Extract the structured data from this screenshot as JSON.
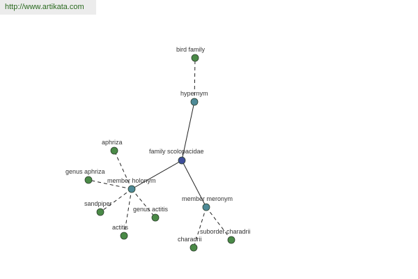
{
  "header": {
    "url": "http://www.artikata.com"
  },
  "graph": {
    "colors": {
      "center": "#3f4e9a",
      "relation": "#4e8a97",
      "leaf": "#4a8a47",
      "node_stroke": "#2c3f2c",
      "edge": "#222222",
      "label": "#333333"
    },
    "nodes": [
      {
        "id": "center",
        "label": "family scolopacidae",
        "kind": "center"
      },
      {
        "id": "hypernym",
        "label": "hypernym",
        "kind": "relation"
      },
      {
        "id": "bird_family",
        "label": "bird family",
        "kind": "leaf"
      },
      {
        "id": "member_holonym",
        "label": "member holonym",
        "kind": "relation"
      },
      {
        "id": "aphriza",
        "label": "aphriza",
        "kind": "leaf"
      },
      {
        "id": "genus_aphriza",
        "label": "genus aphriza",
        "kind": "leaf"
      },
      {
        "id": "sandpiper",
        "label": "sandpiper",
        "kind": "leaf"
      },
      {
        "id": "actitis",
        "label": "actitis",
        "kind": "leaf"
      },
      {
        "id": "genus_actitis",
        "label": "genus actitis",
        "kind": "leaf"
      },
      {
        "id": "member_meronym",
        "label": "member meronym",
        "kind": "relation"
      },
      {
        "id": "charadrii",
        "label": "charadrii",
        "kind": "leaf"
      },
      {
        "id": "suborder_charadrii",
        "label": "suborder charadrii",
        "kind": "leaf"
      }
    ],
    "edges": [
      {
        "from": "center",
        "to": "hypernym",
        "style": "solid"
      },
      {
        "from": "center",
        "to": "member_holonym",
        "style": "solid"
      },
      {
        "from": "center",
        "to": "member_meronym",
        "style": "solid"
      },
      {
        "from": "hypernym",
        "to": "bird_family",
        "style": "dashed"
      },
      {
        "from": "member_holonym",
        "to": "aphriza",
        "style": "dashed"
      },
      {
        "from": "member_holonym",
        "to": "genus_aphriza",
        "style": "dashed"
      },
      {
        "from": "member_holonym",
        "to": "sandpiper",
        "style": "dashed"
      },
      {
        "from": "member_holonym",
        "to": "actitis",
        "style": "dashed"
      },
      {
        "from": "member_holonym",
        "to": "genus_actitis",
        "style": "dashed"
      },
      {
        "from": "member_meronym",
        "to": "charadrii",
        "style": "dashed"
      },
      {
        "from": "member_meronym",
        "to": "suborder_charadrii",
        "style": "dashed"
      }
    ]
  }
}
